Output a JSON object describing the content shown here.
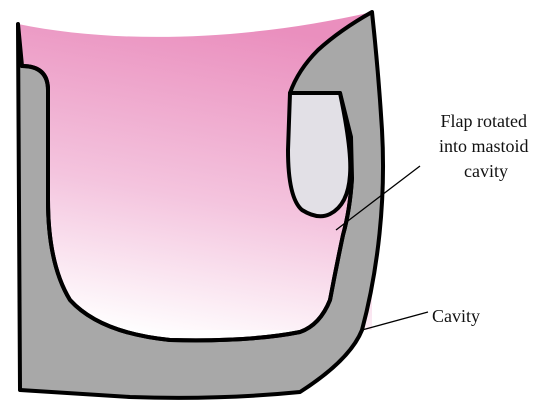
{
  "diagram": {
    "labels": {
      "flap_line1": "Flap rotated",
      "flap_line2": "into mastoid",
      "flap_line3": "cavity",
      "cavity": "Cavity"
    },
    "colors": {
      "tissue_pink": "#ea8fbe",
      "tissue_white": "#ffffff",
      "cavity_gray": "#a8a8a8",
      "flap_light_gray": "#e2e0e6",
      "outline": "#000000"
    }
  }
}
